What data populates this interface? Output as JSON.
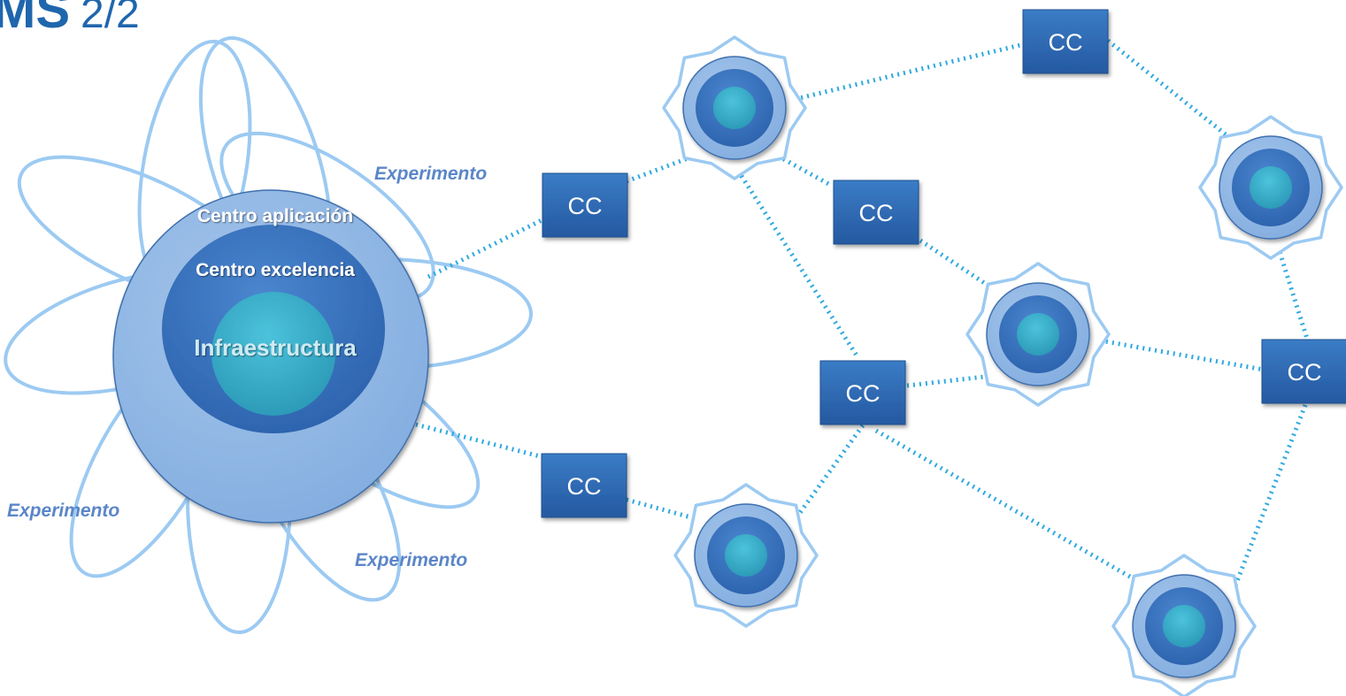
{
  "title": {
    "main": "MS",
    "sub": "2/2"
  },
  "hub": {
    "ring_outer": "Centro aplicación",
    "ring_middle": "Centro excelencia",
    "core": "Infraestructura"
  },
  "petal_labels": [
    "Experimento",
    "Experimento",
    "Experimento"
  ],
  "cc_label": "CC",
  "colors": {
    "petal_stroke": "#9ccaf2",
    "ring_outer": "#8db4e2",
    "ring_middle": "#3874c0",
    "core": "#3cb2cf",
    "cc_box": "#2f6fba",
    "link": "#2ea9df",
    "title": "#1f66ad"
  }
}
